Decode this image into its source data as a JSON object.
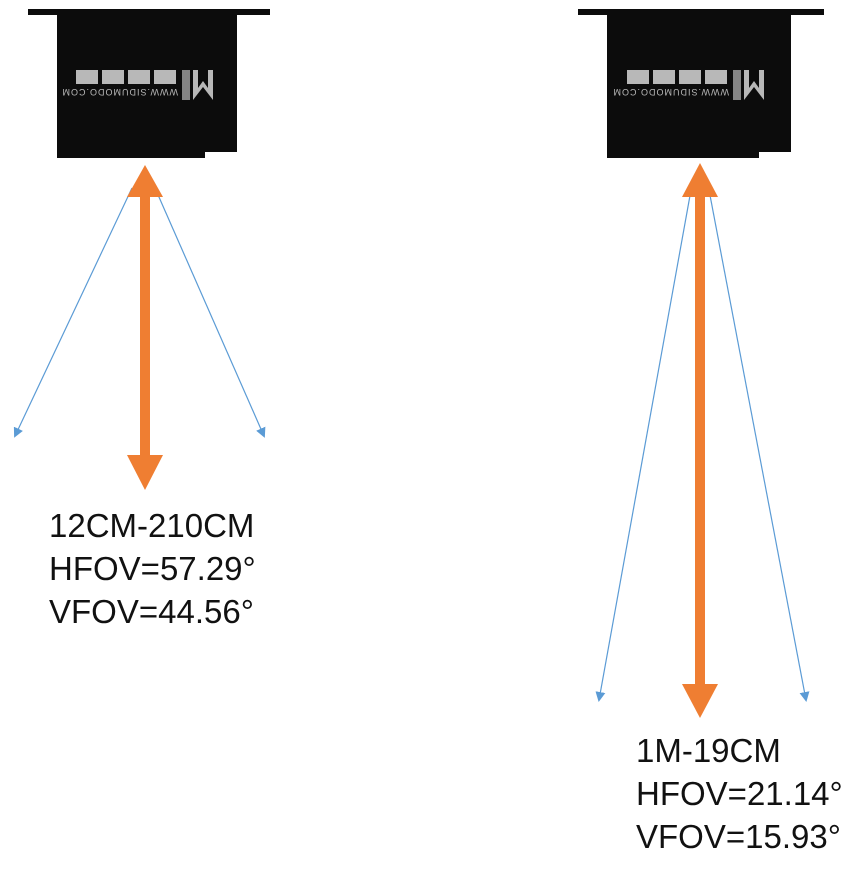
{
  "colors": {
    "device_body": "#0c0c0c",
    "logo_text": "#b8b8b8",
    "distance_arrow": "#ef7e32",
    "fov_line": "#5b9bd5",
    "label_text": "#111111"
  },
  "devices": [
    {
      "logo_url": "WWW.SIDUMODO.COM",
      "range_label": "12CM-210CM",
      "hfov_label": "HFOV=57.29°",
      "vfov_label": "VFOV=44.56°"
    },
    {
      "logo_url": "WWW.SIDUMODO.COM",
      "range_label": "1M-19CM",
      "hfov_label": "HFOV=21.14°",
      "vfov_label": "VFOV=15.93°"
    }
  ]
}
